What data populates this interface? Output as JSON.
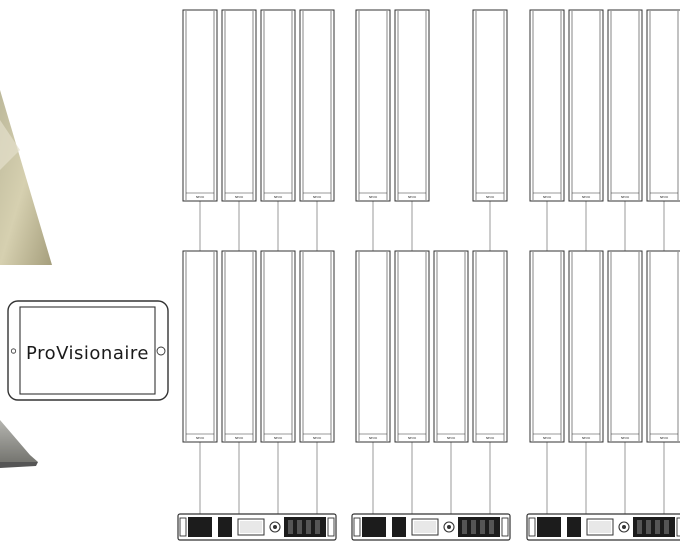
{
  "tablet": {
    "app_name": "ProVisionaire"
  },
  "speaker_label": "NEXO",
  "colors": {
    "stroke": "#333333",
    "cable": "#9a9a9a",
    "amp_body": "#1c1c1c",
    "photo_light": "#cdc7a8",
    "photo_dark": "#8f8f86"
  },
  "icons": {
    "left_photo": "laptop-photo",
    "tablet": "tablet-icon",
    "speaker": "column-speaker-icon",
    "amplifier": "amplifier-rack-icon"
  }
}
